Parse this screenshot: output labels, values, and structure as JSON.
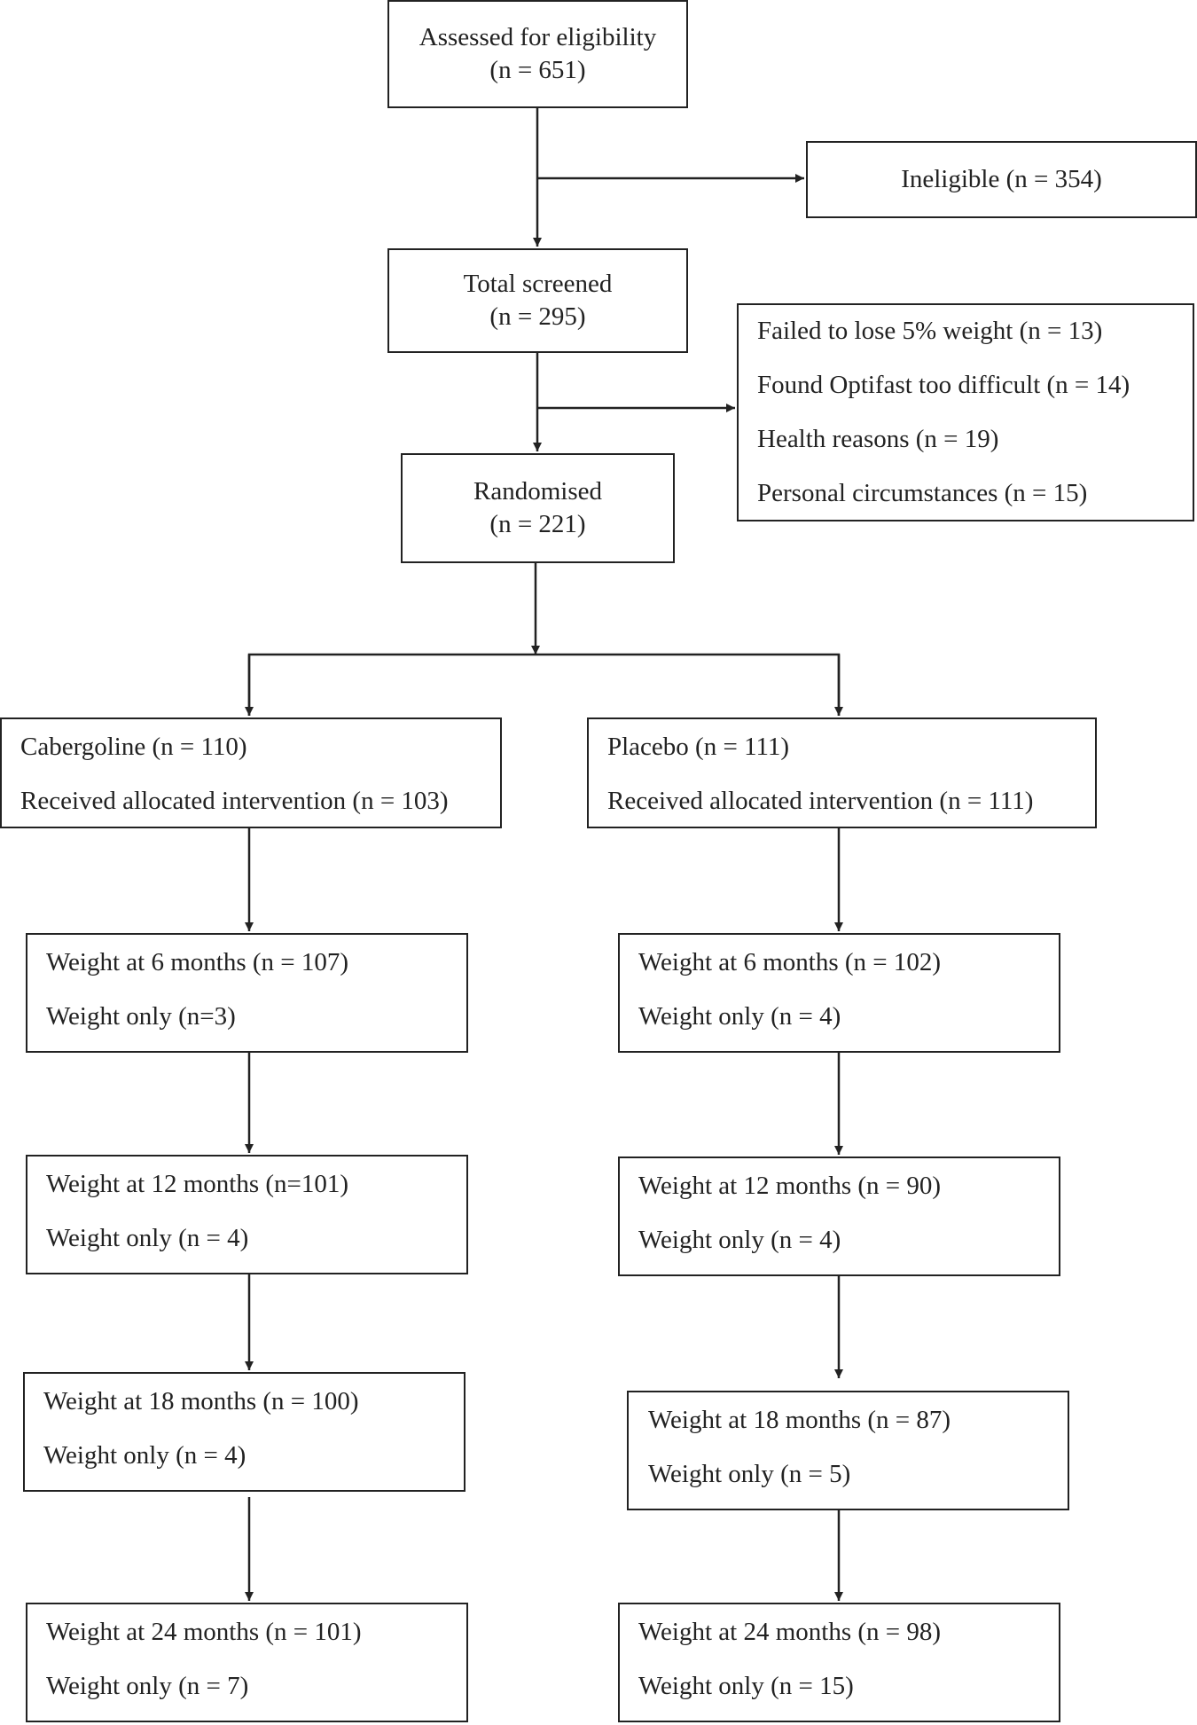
{
  "assessed": {
    "line1": "Assessed for eligibility",
    "line2": "(n = 651)"
  },
  "ineligible": {
    "label": "Ineligible (n = 354)"
  },
  "screened": {
    "line1": "Total screened",
    "line2": "(n = 295)"
  },
  "excluded": {
    "items": [
      "Failed to lose 5% weight (n = 13)",
      "Found Optifast too difficult (n = 14)",
      "Health reasons (n = 19)",
      "Personal circumstances (n = 15)"
    ]
  },
  "randomised": {
    "line1": "Randomised",
    "line2": "(n = 221)"
  },
  "cabergoline": {
    "allocation": {
      "line1": "Cabergoline (n = 110)",
      "line2": "Received allocated intervention (n = 103)"
    },
    "m6": {
      "line1": "Weight at 6 months (n = 107)",
      "line2": "Weight only (n=3)"
    },
    "m12": {
      "line1": "Weight at 12 months (n=101)",
      "line2": "Weight only (n = 4)"
    },
    "m18": {
      "line1": "Weight at 18 months (n = 100)",
      "line2": "Weight only (n = 4)"
    },
    "m24": {
      "line1": "Weight at 24 months (n = 101)",
      "line2": "Weight only (n = 7)"
    }
  },
  "placebo": {
    "allocation": {
      "line1": "Placebo (n = 111)",
      "line2": "Received allocated intervention (n = 111)"
    },
    "m6": {
      "line1": "Weight at 6 months (n = 102)",
      "line2": "Weight only (n = 4)"
    },
    "m12": {
      "line1": "Weight at 12 months (n = 90)",
      "line2": "Weight only (n = 4)"
    },
    "m18": {
      "line1": "Weight at 18 months (n = 87)",
      "line2": "Weight only (n = 5)"
    },
    "m24": {
      "line1": "Weight at 24 months (n = 98)",
      "line2": "Weight only (n = 15)"
    }
  }
}
